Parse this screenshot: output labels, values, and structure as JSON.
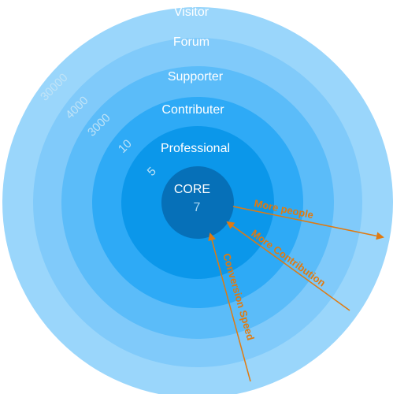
{
  "rings": [
    {
      "label": "Visitor",
      "count": "30000",
      "color": "#9ad6fb"
    },
    {
      "label": "Forum",
      "count": "4000",
      "color": "#80cafa"
    },
    {
      "label": "Supporter",
      "count": "3000",
      "color": "#5bbcf9"
    },
    {
      "label": "Contributer",
      "count": "10",
      "color": "#2eaaf6"
    },
    {
      "label": "Professional",
      "count": "5",
      "color": "#0b97ea"
    },
    {
      "label": "CORE",
      "count": "7",
      "color": "#0670b8"
    }
  ],
  "arrows": {
    "more_people": "More people",
    "more_contribution": "More Contribution",
    "conversion_speed": "Conversion Speed",
    "color": "#e07a10"
  }
}
